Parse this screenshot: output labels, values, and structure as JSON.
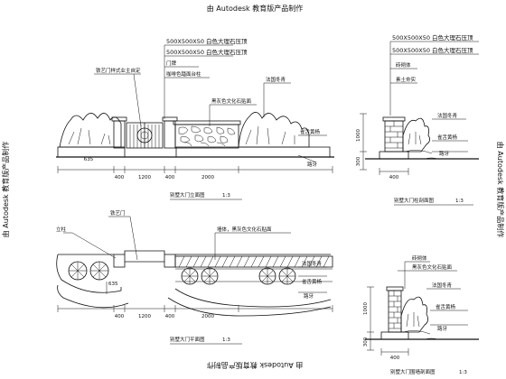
{
  "watermark": {
    "top": "由 Autodesk 教育版产品制作",
    "bottom": "由 Autodesk 教育版产品制作",
    "left": "由 Autodesk 教育版产品制作",
    "right": "由 Autodesk 教育版产品制作"
  },
  "elevation": {
    "notes": {
      "coping_top": "500X500X50 白色大理石压顶",
      "coping_cap": "500X500X50 白色大理石压顶",
      "gate": "门牌",
      "light": "咖啡色踏面台柱",
      "iron_gate": "铁艺门样式业主自定",
      "wall_face": "黑灰色文化石贴面",
      "hedge": "法国冬青",
      "shrub": "雀舌黄杨",
      "road": "路牙"
    },
    "dims": [
      "635",
      "400",
      "1200",
      "400",
      "2000"
    ],
    "caption": "别墅大门立面图",
    "scale": "1:3"
  },
  "plan": {
    "notes": {
      "iron_gate": "铁艺门",
      "column": "立柱",
      "wall": "墙体，黑灰色文化石贴面",
      "hedge": "法国冬青",
      "shrub": "雀舌黄杨",
      "road": "路牙"
    },
    "dims": [
      "635",
      "400",
      "1200",
      "400",
      "2000"
    ],
    "caption": "别墅大门平面图",
    "scale": "1:3"
  },
  "section_a": {
    "notes": {
      "coping1": "500X500X50 白色大理石压顶",
      "coping2": "500X500X50 白色大理石压顶",
      "brick": "砖砌体",
      "lawn": "素土夯实",
      "hedge": "法国冬青",
      "shrub": "雀舌黄杨",
      "road": "路牙"
    },
    "dims": [
      "1000",
      "300",
      "400"
    ],
    "caption": "别墅大门柱剖面图",
    "scale": "1:3"
  },
  "section_b": {
    "notes": {
      "brick": "砖砌体",
      "wall_face": "黑灰色文化石贴面",
      "hedge": "法国冬青",
      "shrub": "雀舌黄杨",
      "road": "路牙"
    },
    "dims": [
      "1000",
      "300",
      "400"
    ],
    "caption": "别墅大门围墙剖面图",
    "scale": "1:3"
  }
}
